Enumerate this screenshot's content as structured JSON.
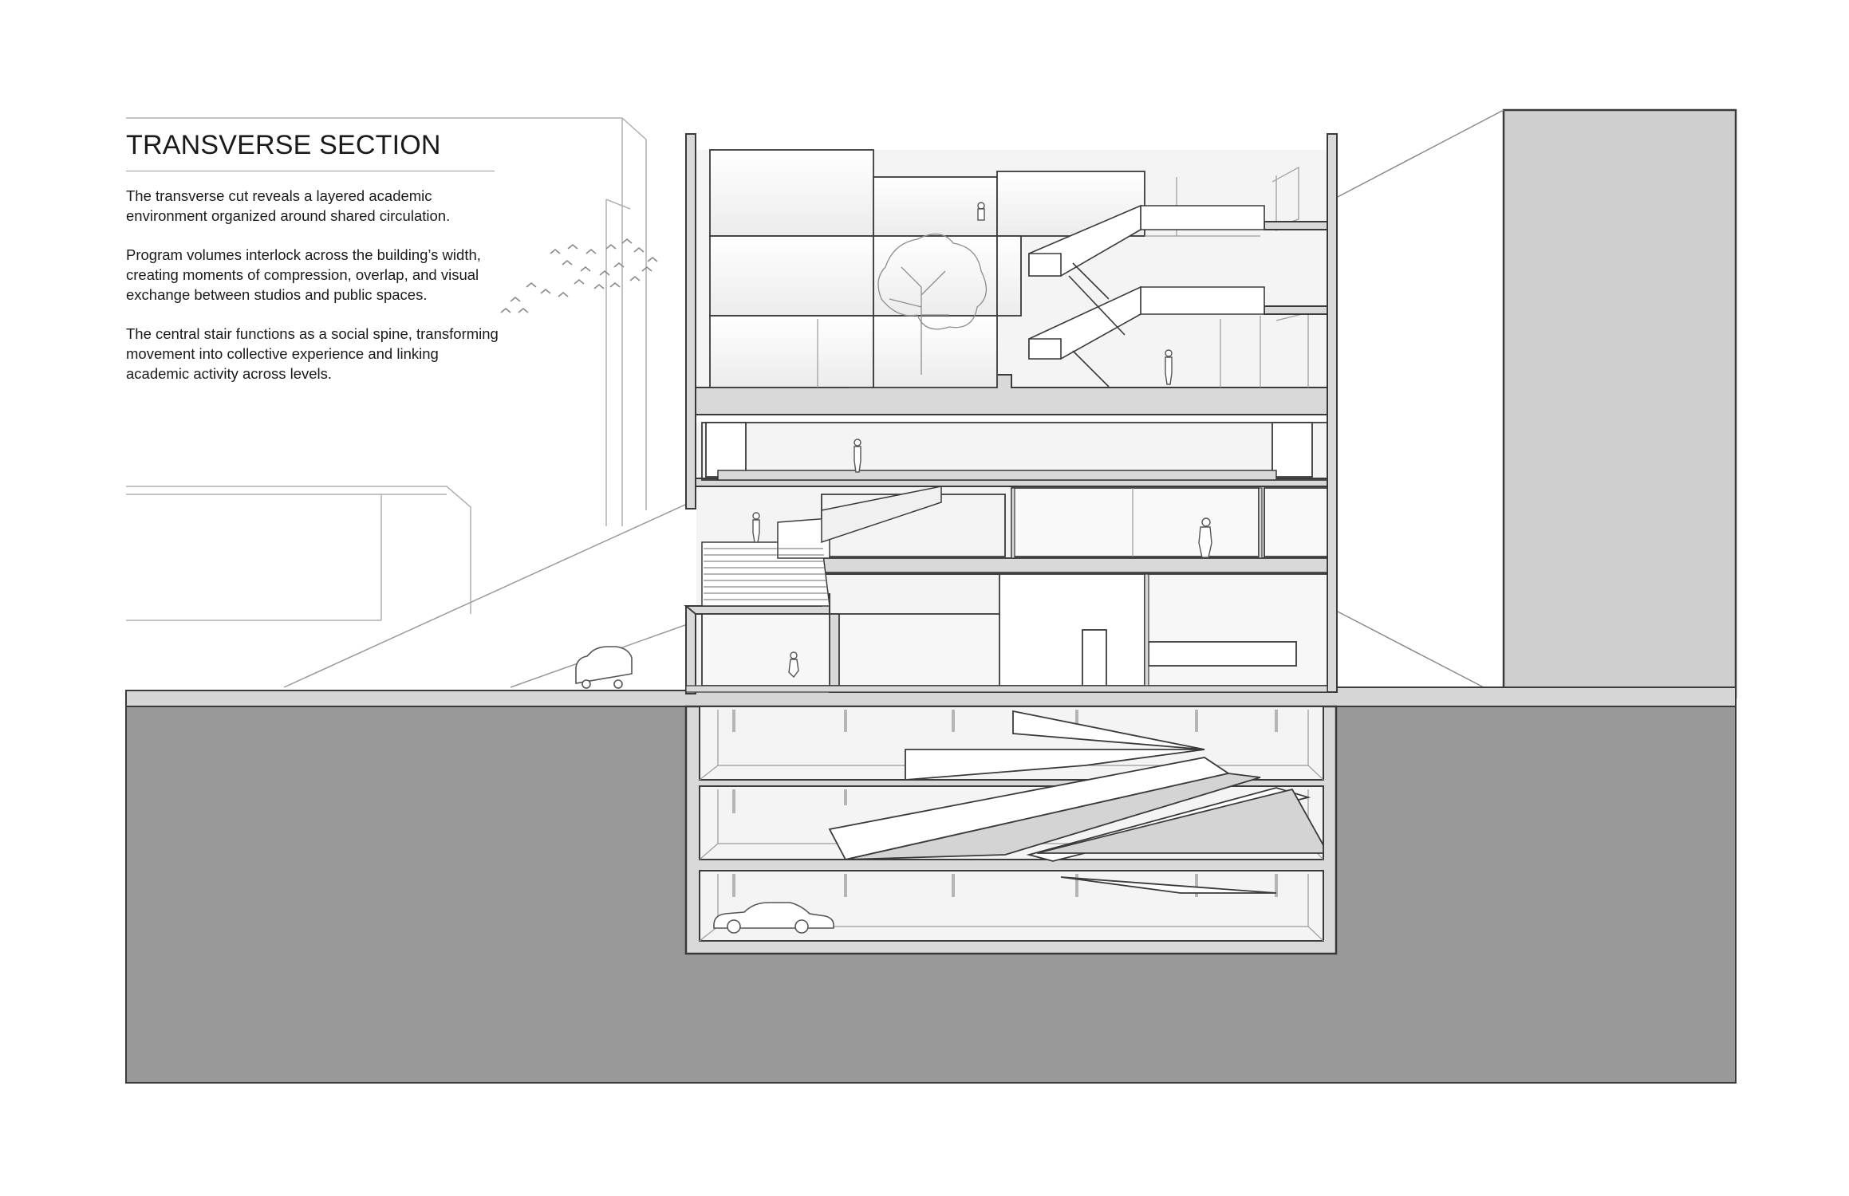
{
  "section": {
    "title": "TRANSVERSE SECTION",
    "paragraphs": [
      "The transverse cut reveals a layered academic environment organized around shared circulation.",
      "Program volumes interlock across the building’s width, creating moments of compression, overlap, and visual exchange between studios and public spaces.",
      "The central stair functions as a social spine, transforming movement into collective experience and linking academic activity across levels."
    ]
  },
  "colors": {
    "ground": "#999999",
    "neighbor_building": "#cfcfcf",
    "cut_slab": "#d9d9d9",
    "interior": "#f4f4f4",
    "line": "#3a3a3a",
    "light_line": "#9a9a9a"
  }
}
